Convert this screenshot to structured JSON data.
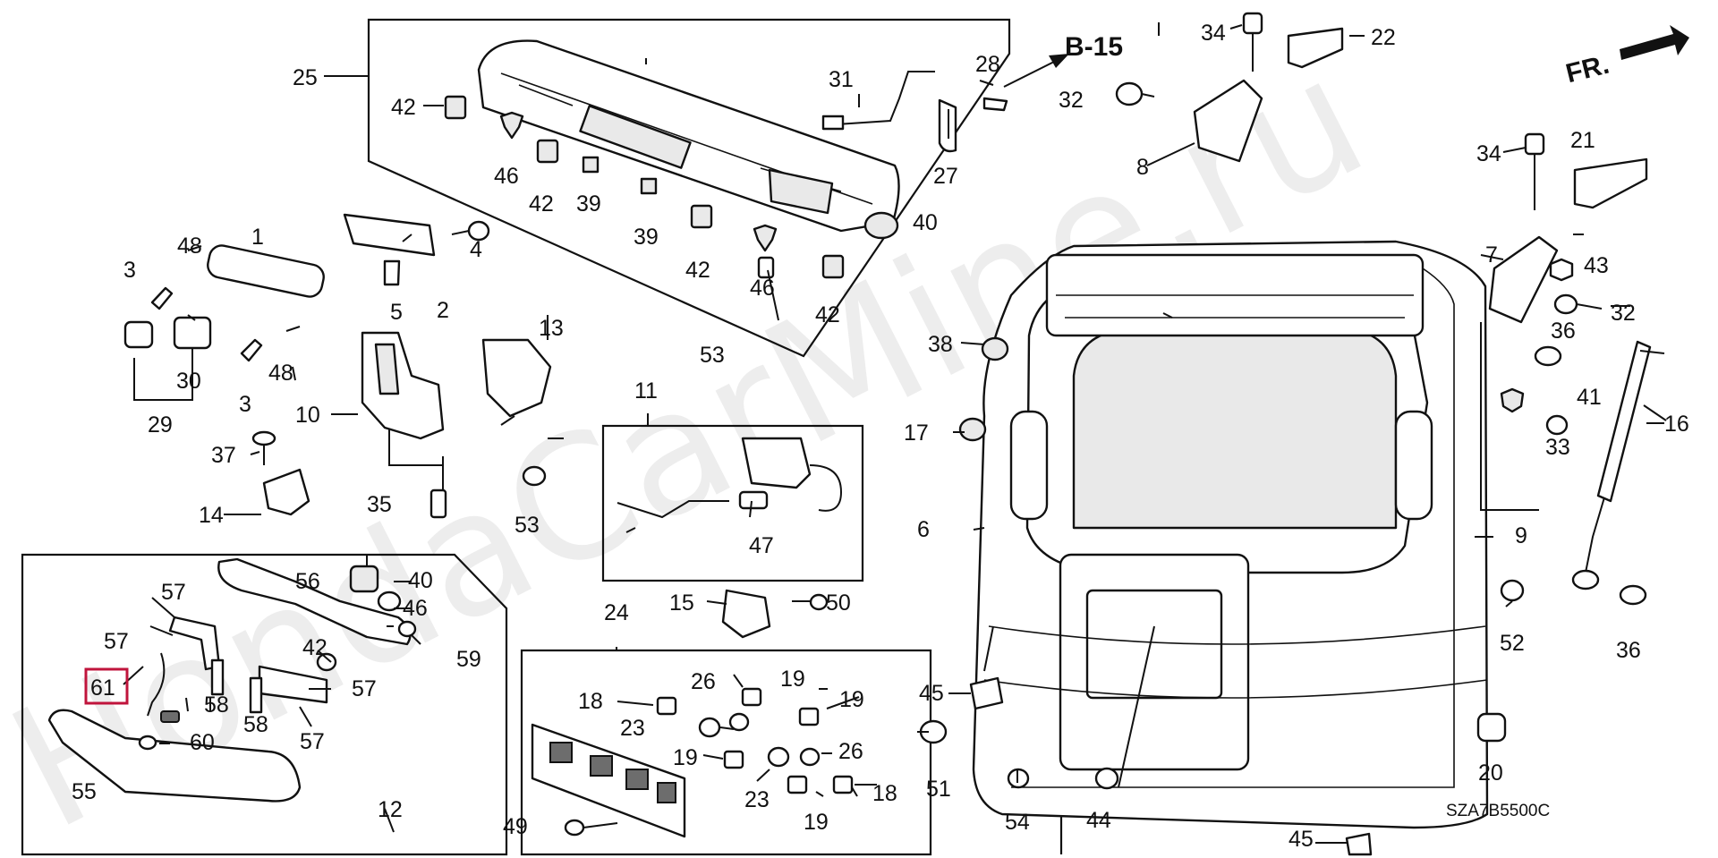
{
  "diagram": {
    "code": "SZA7B5500C",
    "watermark": "HondaCarMine.ru",
    "ref_section": "B-15",
    "direction_label": "FR.",
    "highlight_color": "#c0143c",
    "callouts": {
      "c1": "1",
      "c2": "2",
      "c3a": "3",
      "c3b": "3",
      "c4": "4",
      "c5": "5",
      "c6": "6",
      "c7": "7",
      "c8": "8",
      "c9": "9",
      "c10": "10",
      "c11": "11",
      "c12": "12",
      "c13": "13",
      "c14": "14",
      "c15": "15",
      "c16": "16",
      "c17": "17",
      "c18a": "18",
      "c18b": "18",
      "c19a": "19",
      "c19b": "19",
      "c19c": "19",
      "c19d": "19",
      "c20": "20",
      "c21": "21",
      "c22": "22",
      "c23a": "23",
      "c23b": "23",
      "c24": "24",
      "c25": "25",
      "c26a": "26",
      "c26b": "26",
      "c27": "27",
      "c28": "28",
      "c29": "29",
      "c30": "30",
      "c31": "31",
      "c32a": "32",
      "c32b": "32",
      "c33": "33",
      "c34a": "34",
      "c34b": "34",
      "c35": "35",
      "c36a": "36",
      "c36b": "36",
      "c37": "37",
      "c38": "38",
      "c39a": "39",
      "c39b": "39",
      "c40a": "40",
      "c40b": "40",
      "c41": "41",
      "c42a": "42",
      "c42b": "42",
      "c42c": "42",
      "c42d": "42",
      "c42e": "42",
      "c43": "43",
      "c44": "44",
      "c45a": "45",
      "c45b": "45",
      "c46a": "46",
      "c46b": "46",
      "c46c": "46",
      "c47": "47",
      "c48a": "48",
      "c48b": "48",
      "c49": "49",
      "c50": "50",
      "c51": "51",
      "c52": "52",
      "c53a": "53",
      "c53b": "53",
      "c54": "54",
      "c55": "55",
      "c56": "56",
      "c57a": "57",
      "c57b": "57",
      "c57c": "57",
      "c57d": "57",
      "c58a": "58",
      "c58b": "58",
      "c59": "59",
      "c60": "60",
      "c61": "61"
    }
  }
}
